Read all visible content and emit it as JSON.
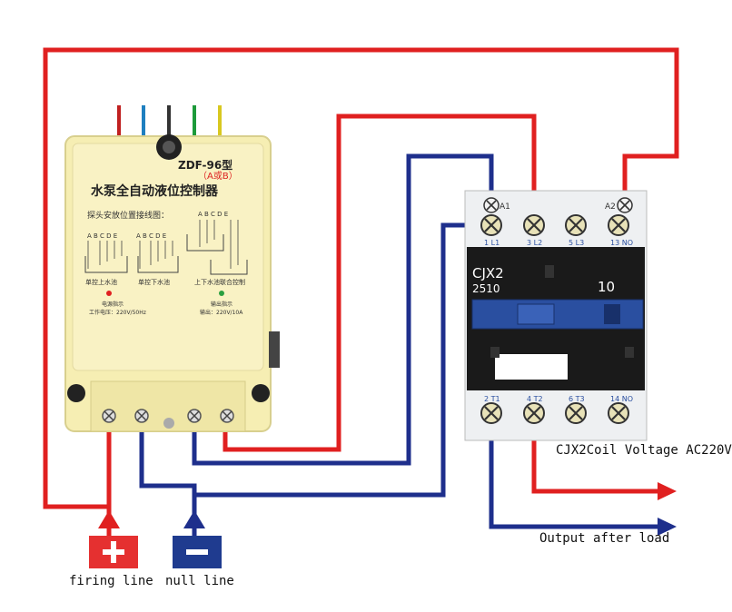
{
  "controller": {
    "model": "ZDF-96型",
    "model_sub": "（A或B）",
    "title": "水泵全自动液位控制器",
    "subtitle": "探头安放位置接线图：",
    "probe_letters_1": "A  B C D E",
    "probe_letters_2": "A  B C D E",
    "probe_letters_3": "A B C   D E",
    "caption_1": "单控上水池",
    "caption_2": "单控下水池",
    "caption_3": "上下水池联合控制",
    "power_indicator": "电源指示",
    "working_voltage": "工作电压：220V/50Hz",
    "output_indicator": "输出指示",
    "output_spec": "输出：220V/10A"
  },
  "contactor": {
    "top_terminals": [
      "A1",
      "A2"
    ],
    "top_labels": [
      "1 L1",
      "3 L2",
      "5 L3",
      "13 NO"
    ],
    "brand": "CJX2",
    "model_no": "2510",
    "rating": "10",
    "bottom_labels": [
      "2 T1",
      "4 T2",
      "6 T3",
      "14 NO"
    ]
  },
  "labels": {
    "coil_voltage": "CJX2Coil Voltage AC220V",
    "output_after_load": "Output after load",
    "firing_line": "firing line",
    "null_line": "null line"
  },
  "colors": {
    "live_wire": "#e02020",
    "neutral_wire": "#1e2f8c",
    "controller_body": "#f6eeb3",
    "contactor_body": "#1a1a1a",
    "plus_box": "#e53030",
    "minus_box": "#1f3b8f"
  },
  "icons": {
    "plus": "plus-icon",
    "minus": "minus-icon"
  }
}
